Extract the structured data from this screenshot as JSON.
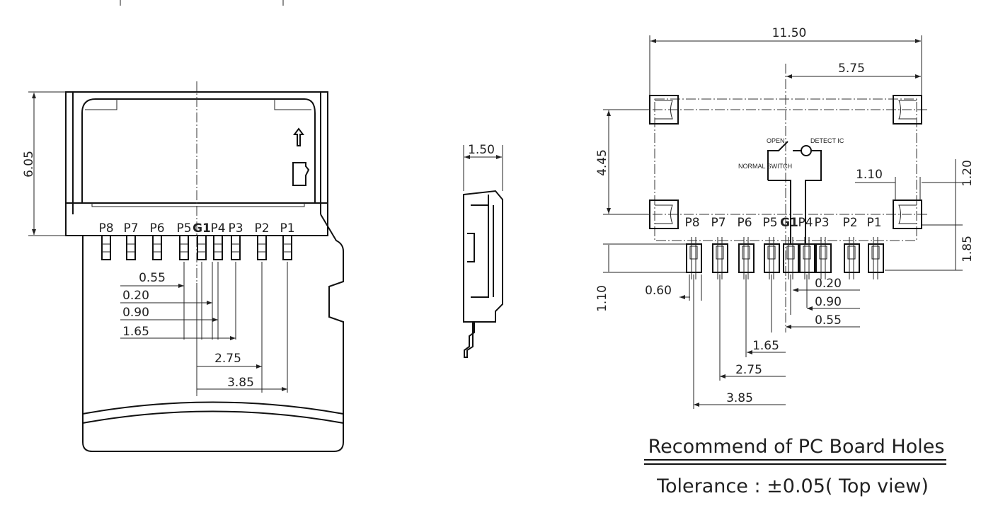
{
  "left_view": {
    "height_dim": "6.05",
    "pin_labels": [
      "P8",
      "P7",
      "P6",
      "P5",
      "G1",
      "P4",
      "P3",
      "P2",
      "P1"
    ],
    "dims": [
      "0.55",
      "0.20",
      "0.90",
      "1.65",
      "2.75",
      "3.85"
    ]
  },
  "side_view": {
    "width_dim": "1.50"
  },
  "pcb_view": {
    "width_dim": "11.50",
    "half_width_dim": "5.75",
    "pad_pitch_v": "4.45",
    "pad_offset": "1.10",
    "dim_120": "1.20",
    "dim_185": "1.85",
    "pin_len": "1.10",
    "pin_labels": [
      "P8",
      "P7",
      "P6",
      "P5",
      "G1",
      "P4",
      "P3",
      "P2",
      "P1"
    ],
    "dims": [
      "0.60",
      "0.20",
      "0.90",
      "0.55",
      "1.65",
      "2.75",
      "3.85"
    ],
    "circuit": {
      "open": "OPEN",
      "detect": "DETECT IC",
      "normal": "NORMAL SWITCH"
    }
  },
  "caption": {
    "title": "Recommend of PC Board Holes",
    "tolerance": "Tolerance : ±0.05( Top view)"
  }
}
